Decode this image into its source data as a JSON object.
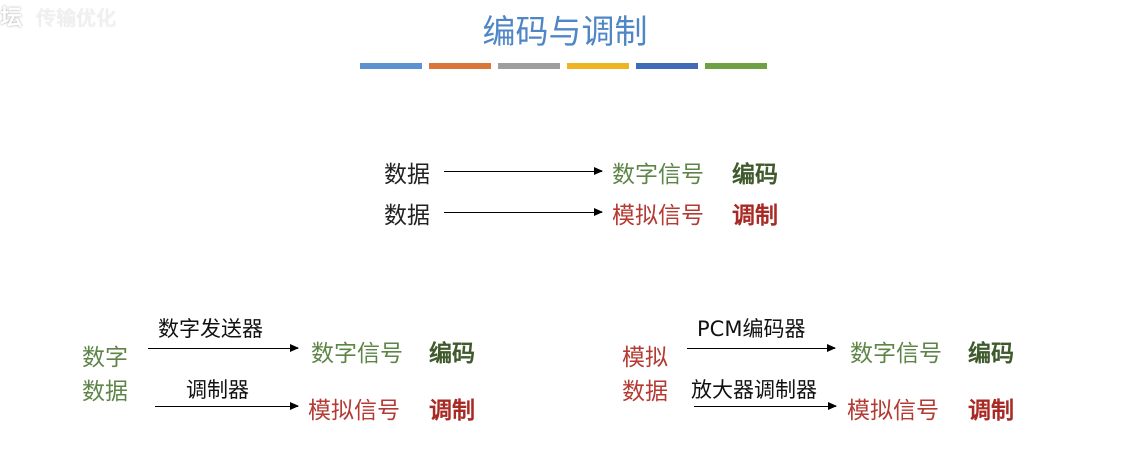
{
  "watermark": {
    "text": "坛",
    "faint": "传输优化"
  },
  "title": "编码与调制",
  "color_bars": [
    "#5b92cf",
    "#d97638",
    "#9e9e9e",
    "#eeb422",
    "#3f6bb7",
    "#6fa044"
  ],
  "top": {
    "row1": {
      "source": "数据",
      "target": "数字信号",
      "result": "编码"
    },
    "row2": {
      "source": "数据",
      "target": "模拟信号",
      "result": "调制"
    }
  },
  "left": {
    "source_line1": "数字",
    "source_line2": "数据",
    "row1": {
      "device": "数字发送器",
      "target": "数字信号",
      "result": "编码"
    },
    "row2": {
      "device": "调制器",
      "target": "模拟信号",
      "result": "调制"
    }
  },
  "right": {
    "source_line1": "模拟",
    "source_line2": "数据",
    "row1": {
      "device": "PCM编码器",
      "target": "数字信号",
      "result": "编码"
    },
    "row2": {
      "device": "放大器调制器",
      "target": "模拟信号",
      "result": "调制"
    }
  }
}
